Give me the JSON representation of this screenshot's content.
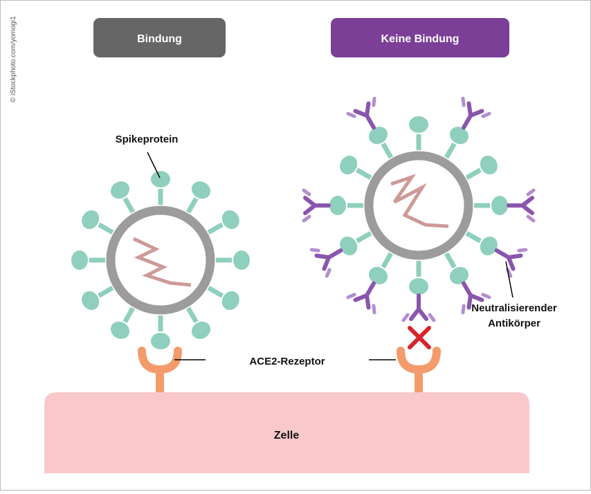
{
  "credit": "© iStockphoto.com/yomogi1",
  "panels": {
    "left": {
      "label": "Bindung",
      "color": "#666666"
    },
    "right": {
      "label": "Keine Bindung",
      "color": "#7b3f98"
    }
  },
  "labels": {
    "spike": "Spikeprotein",
    "receptor": "ACE2-Rezeptor",
    "antibody_line1": "Neutralisierender",
    "antibody_line2": "Antikörper",
    "cell": "Zelle"
  },
  "colors": {
    "capsid": "#9c9c9c",
    "spike": "#8fcfbd",
    "rna": "#cd9a97",
    "antibody_dark": "#8a55ad",
    "antibody_light": "#b38ecf",
    "receptor": "#f39b6b",
    "cell": "#f8c8cb",
    "block_mark": "#d8232a",
    "line": "#000000"
  },
  "icons": {
    "blocked": "x-mark-icon"
  }
}
